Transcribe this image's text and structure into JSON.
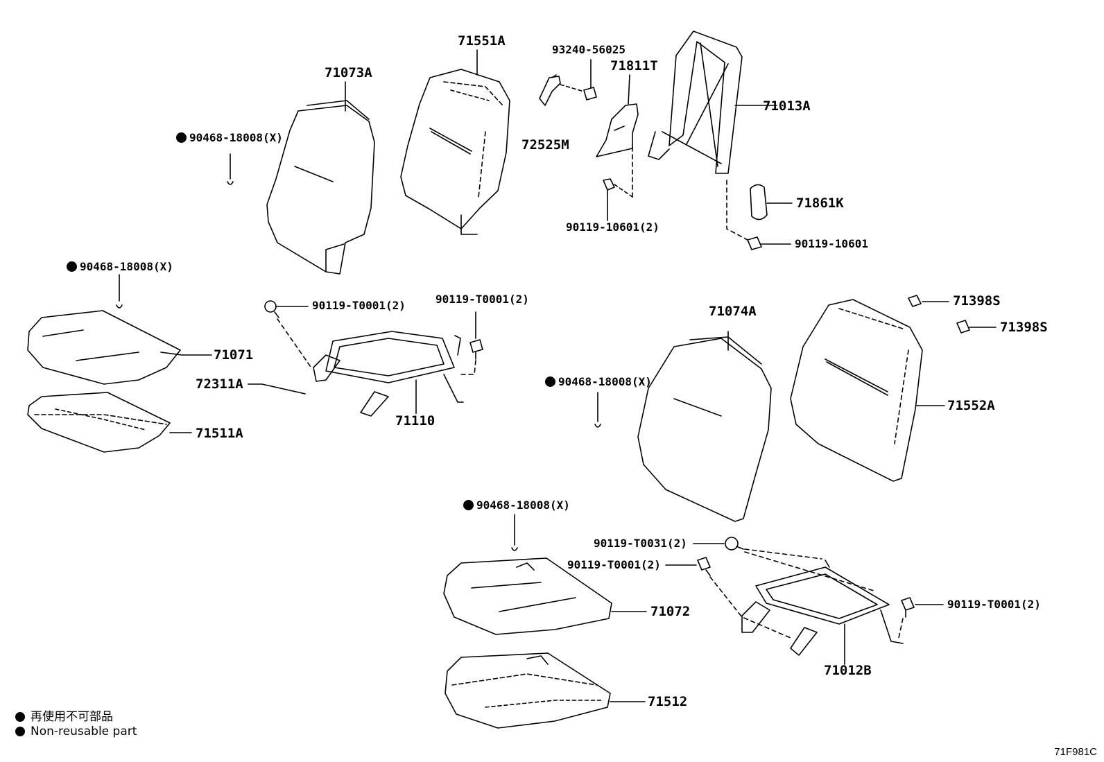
{
  "labels": {
    "p71073A": "71073A",
    "p71551A": "71551A",
    "p93240": "93240-56025",
    "p71811T": "71811T",
    "p71013A": "71013A",
    "p72525M": "72525M",
    "p90468_a": "90468-18008(X)",
    "p90119_10601_2": "90119-10601(2)",
    "p71861K": "71861K",
    "p90119_10601": "90119-10601",
    "p90468_b": "90468-18008(X)",
    "p90119_T0001_2a": "90119-T0001(2)",
    "p90119_T0001_2b": "90119-T0001(2)",
    "p71071": "71071",
    "p72311A": "72311A",
    "p71110": "71110",
    "p71511A": "71511A",
    "p71074A": "71074A",
    "p71398S_a": "71398S",
    "p71398S_b": "71398S",
    "p90468_c": "90468-18008(X)",
    "p71552A": "71552A",
    "p90468_d": "90468-18008(X)",
    "p90119_T0031_2": "90119-T0031(2)",
    "p90119_T0001_2c": "90119-T0001(2)",
    "p90119_T0001_2d": "90119-T0001(2)",
    "p71072": "71072",
    "p71012B": "71012B",
    "p71512": "71512"
  },
  "legend": {
    "japanese": "再使用不可部品",
    "english": "Non-reusable part"
  },
  "diagram_code": "71F981C"
}
